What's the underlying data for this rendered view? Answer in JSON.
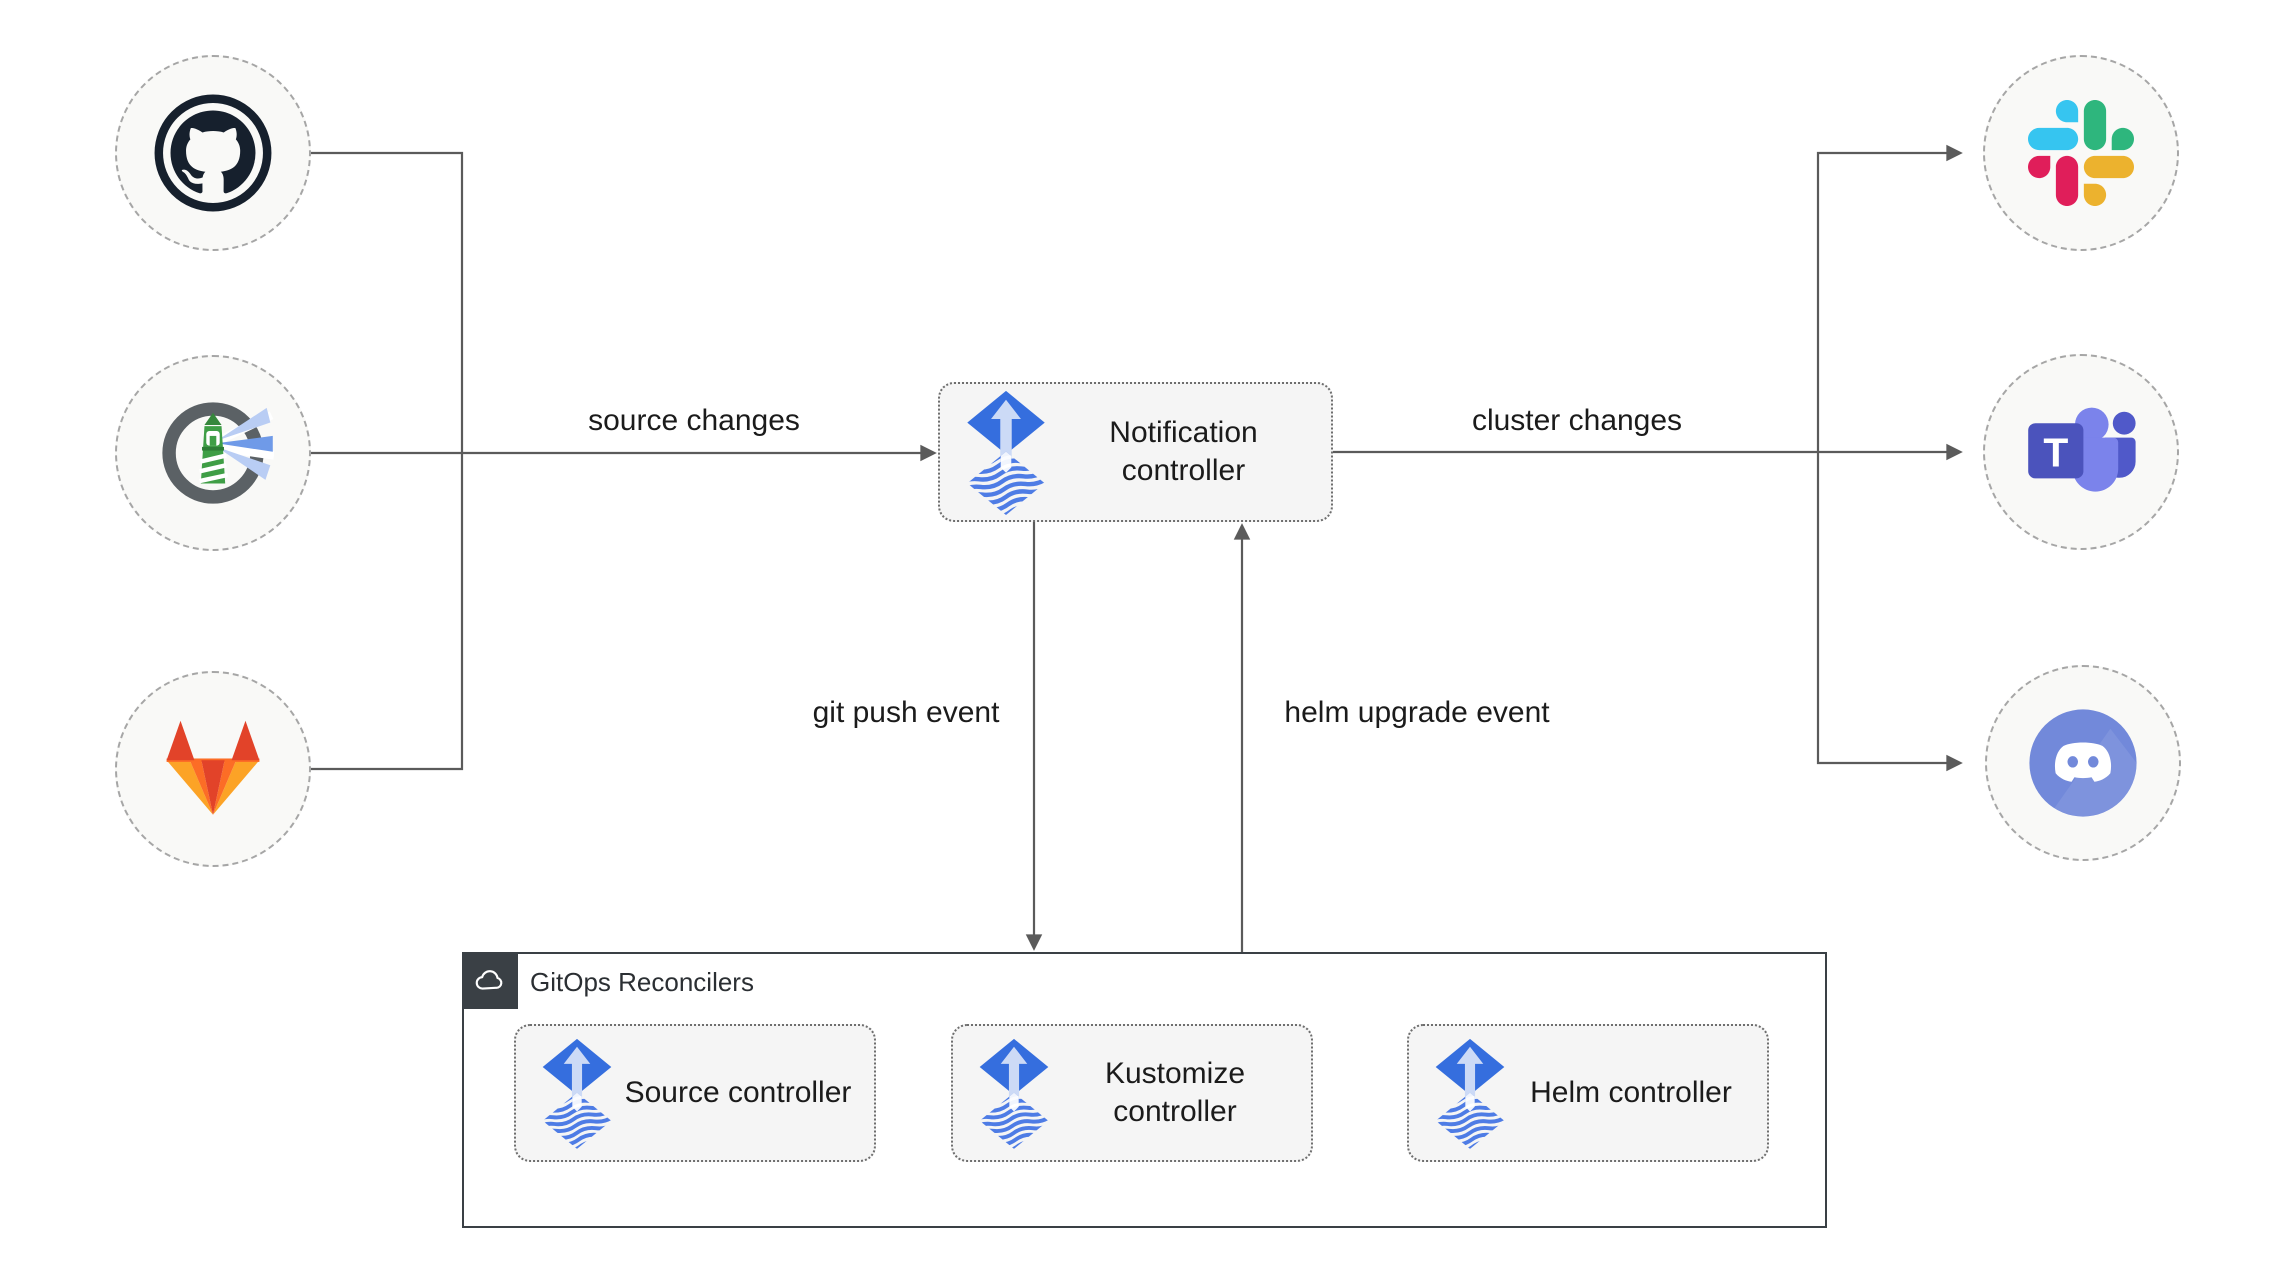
{
  "nodes": {
    "notification": {
      "label": "Notification controller"
    },
    "source": {
      "label": "Source controller"
    },
    "kustomize": {
      "label": "Kustomize controller"
    },
    "helm": {
      "label": "Helm controller"
    }
  },
  "group": {
    "label": "GitOps Reconcilers"
  },
  "edges": {
    "source_changes": {
      "label": "source changes"
    },
    "cluster_changes": {
      "label": "cluster changes"
    },
    "git_push_event": {
      "label": "git push event"
    },
    "helm_upgrade_event": {
      "label": "helm upgrade event"
    }
  },
  "icons": {
    "left_sources": [
      "github-logo",
      "harbor-logo",
      "gitlab-logo"
    ],
    "right_targets": [
      "slack-logo",
      "microsoft-teams-logo",
      "discord-logo"
    ],
    "node_icon": "flux-logo",
    "group_icon": "cloud-icon",
    "teams_letter": "T"
  },
  "palette": {
    "edge_color": "#5b5b5b",
    "node_fill": "#f5f5f5",
    "node_border": "#6e6e6e",
    "circle_fill": "#f9f9f7",
    "circle_border": "#a6a6a6",
    "container_color": "#3a4045",
    "label_color": "#1b1b1b",
    "flux_blue": "#356ede"
  },
  "brand_colors": {
    "slack": [
      "#36C5F0",
      "#2EB67D",
      "#ECB22E",
      "#E01E5A"
    ],
    "discord_blurple": "#7289DA",
    "teams_purple": [
      "#4B53BC",
      "#7B83EB",
      "#5059C9"
    ],
    "gitlab": [
      "#E24329",
      "#FC6D26",
      "#FCA326"
    ],
    "github_dark": "#16202D",
    "harbor": [
      "#5B6165",
      "#3F9E46"
    ]
  }
}
